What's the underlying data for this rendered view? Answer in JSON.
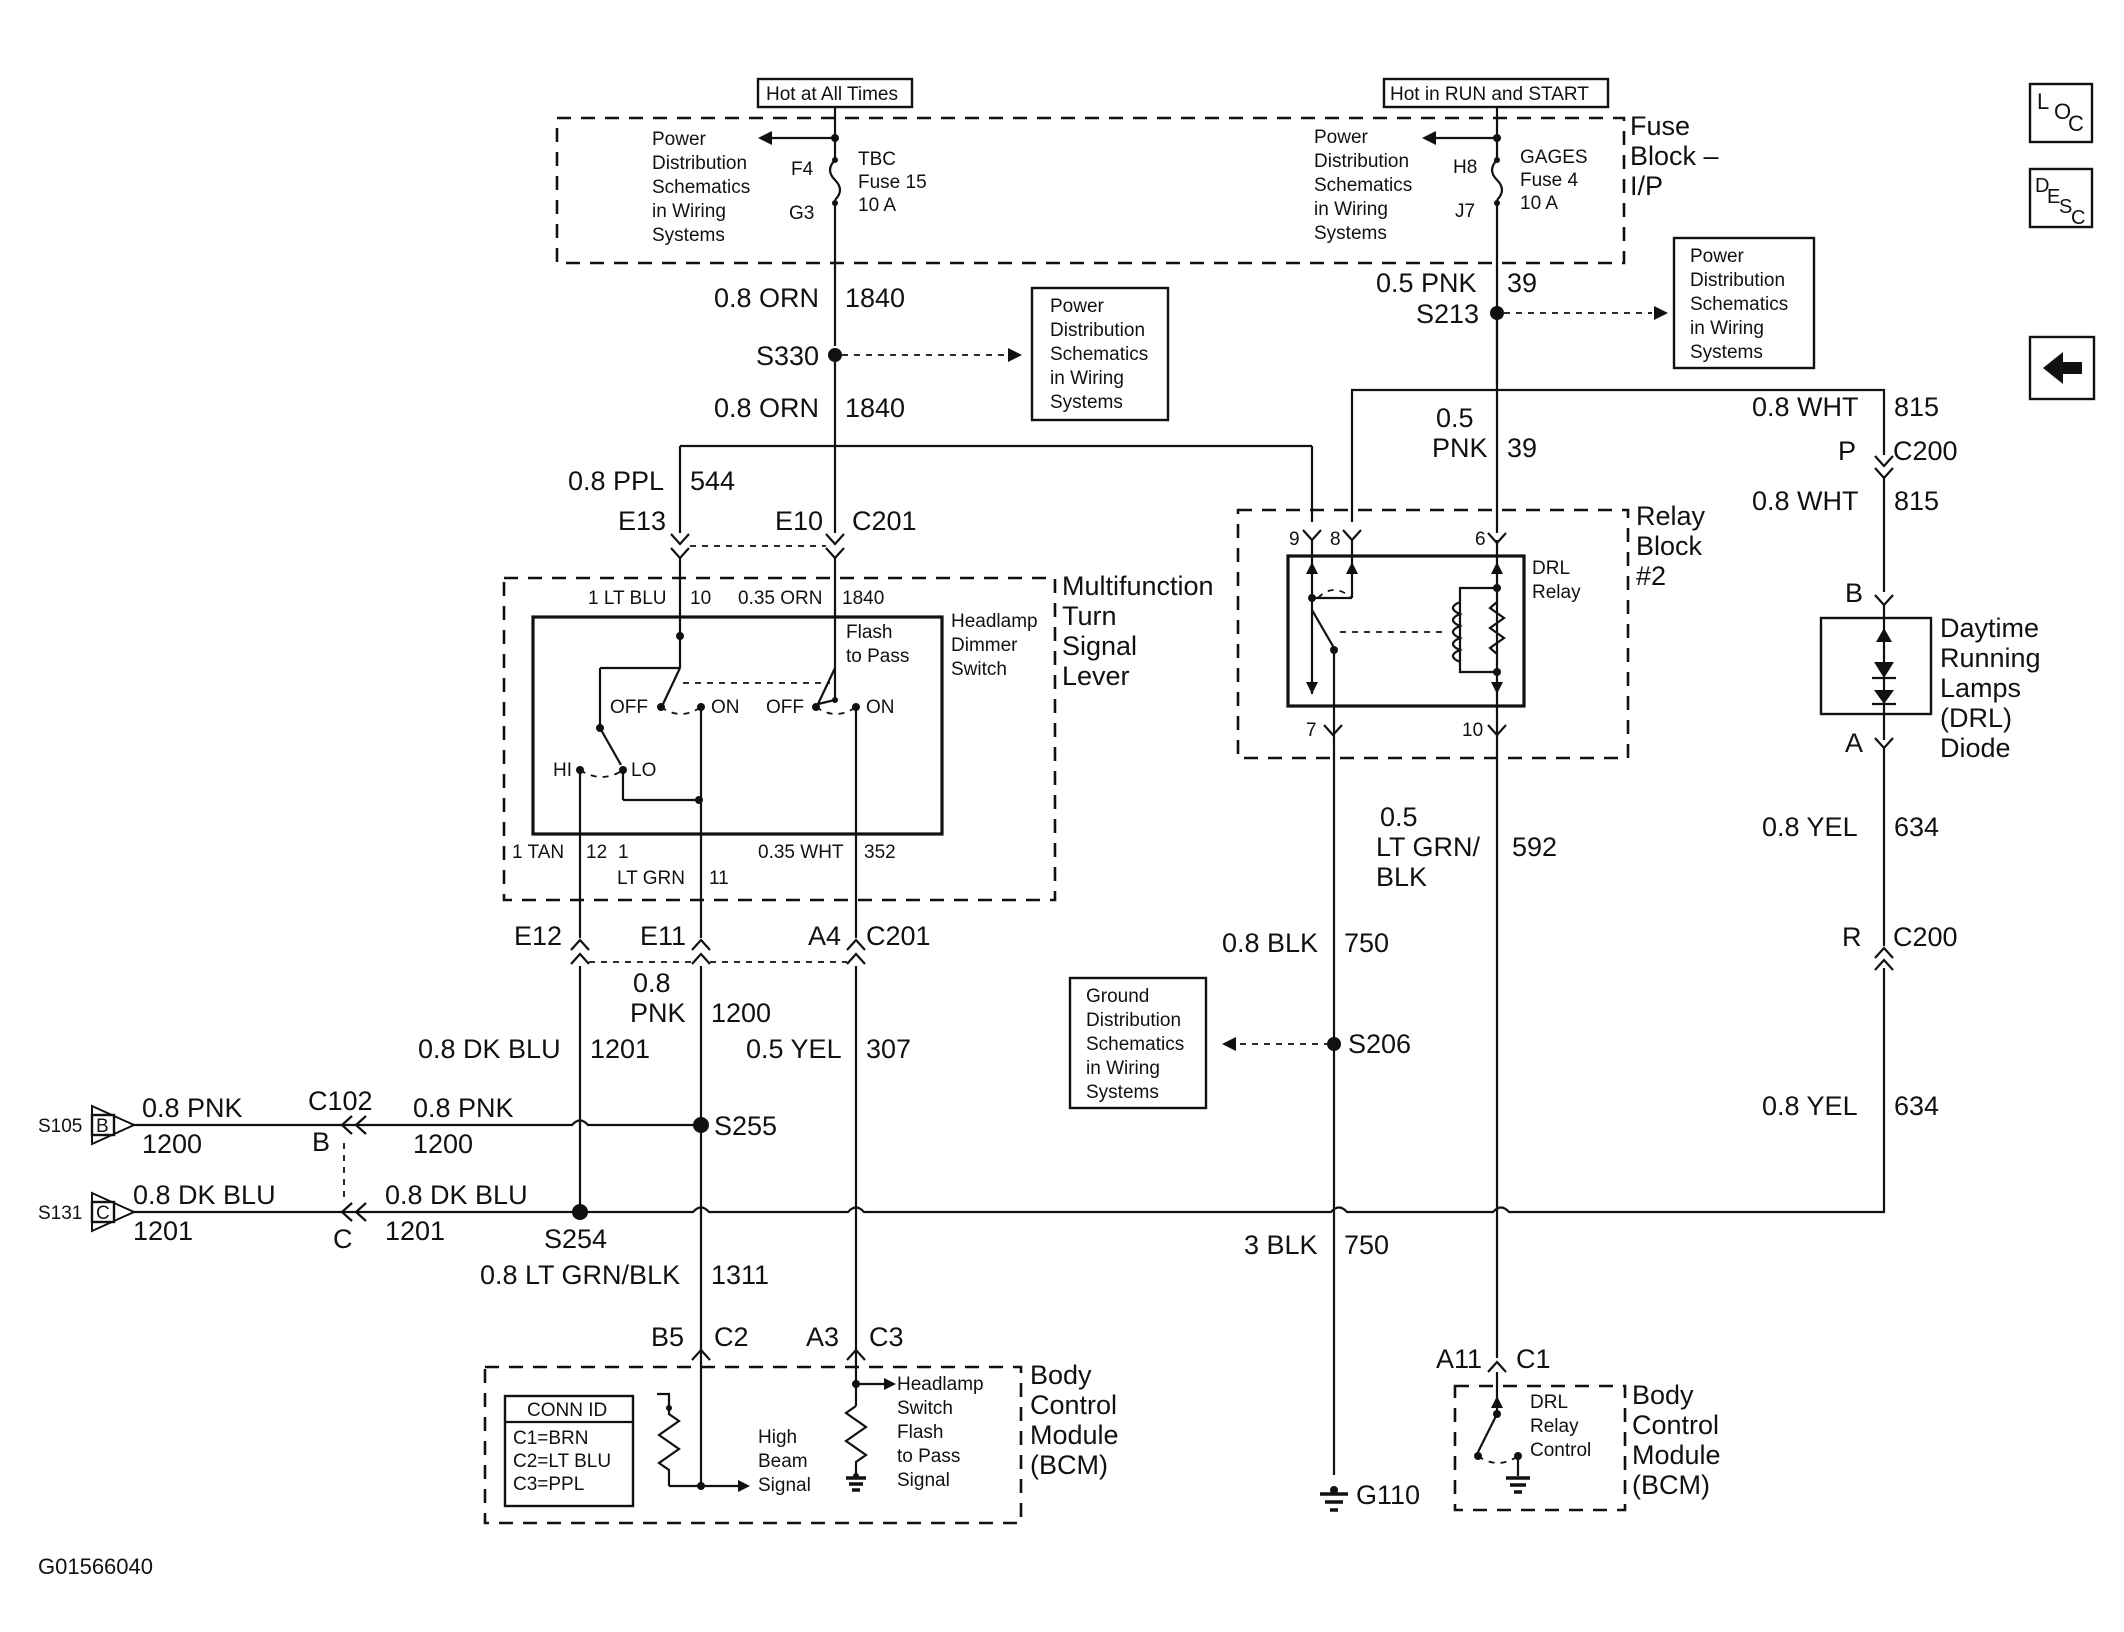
{
  "fuse_block": {
    "hot_all_times": "Hot at All Times",
    "hot_run_start": "Hot in RUN and START",
    "title": [
      "Fuse",
      "Block –",
      "I/P"
    ],
    "tbc_fuse": {
      "in_pin": "F4",
      "out_pin": "G3",
      "lines": [
        "TBC",
        "Fuse 15",
        "10 A"
      ]
    },
    "gages_fuse": {
      "in_pin": "H8",
      "out_pin": "J7",
      "lines": [
        "GAGES",
        "Fuse 4",
        "10 A"
      ]
    }
  },
  "ref_boxes": {
    "power_dist": [
      "Power",
      "Distribution",
      "Schematics",
      "in Wiring",
      "Systems"
    ],
    "ground_dist": [
      "Ground",
      "Distribution",
      "Schematics",
      "in Wiring",
      "Systems"
    ]
  },
  "nav_icons": {
    "loc": [
      "L",
      "O",
      "C"
    ],
    "desc": [
      "D",
      "E",
      "S",
      "C"
    ]
  },
  "wires": {
    "orn_1840_top": [
      "0.8 ORN",
      "1840"
    ],
    "orn_1840_mid": [
      "0.8 ORN",
      "1840"
    ],
    "pnk_39_top": [
      "0.5 PNK",
      "39"
    ],
    "pnk_39_mid": [
      "0.5",
      "PNK",
      "39"
    ],
    "ppl_544": [
      "0.8 PPL",
      "544"
    ],
    "wht_815_top": [
      "0.8 WHT",
      "815"
    ],
    "wht_815_mid": [
      "0.8 WHT",
      "815"
    ],
    "ltgrnblk_592": [
      "0.5",
      "LT GRN/",
      "BLK",
      "592"
    ],
    "blk_750_top": [
      "0.8 BLK",
      "750"
    ],
    "blk_750_bot": [
      "3 BLK",
      "750"
    ],
    "yel_634_top": [
      "0.8 YEL",
      "634"
    ],
    "yel_634_bot": [
      "0.8 YEL",
      "634"
    ],
    "pnk_1200_mid": [
      "0.8",
      "PNK",
      "1200"
    ],
    "dkblu_1201": [
      "0.8 DK BLU",
      "1201"
    ],
    "yel_307": [
      "0.5 YEL",
      "307"
    ],
    "pnk_1200_left_a": [
      "0.8 PNK",
      "1200"
    ],
    "pnk_1200_left_b": [
      "0.8 PNK",
      "1200"
    ],
    "dkblu_1201_left_a": [
      "0.8 DK BLU",
      "1201"
    ],
    "dkblu_1201_left_b": [
      "0.8 DK BLU",
      "1201"
    ],
    "ltgrnblk_1311": [
      "0.8 LT GRN/BLK",
      "1311"
    ]
  },
  "splices": {
    "s330": "S330",
    "s213": "S213",
    "s206": "S206",
    "s255": "S255",
    "s254": "S254",
    "g110": "G110"
  },
  "connectors": {
    "e13": "E13",
    "e10": "E10",
    "c201_top": "C201",
    "e12": "E12",
    "e11": "E11",
    "a4": "A4",
    "c201_bot": "C201",
    "p": "P",
    "c200_top": "C200",
    "b": "B",
    "a": "A",
    "r": "R",
    "c200_bot": "C200",
    "c102": "C102",
    "c102_b": "B",
    "c102_c": "C",
    "b5": "B5",
    "c2": "C2",
    "a3": "A3",
    "c3": "C3",
    "a11": "A11",
    "c1": "C1",
    "s105": "S105",
    "s105_pin": "B",
    "s131": "S131",
    "s131_pin": "C"
  },
  "mfl": {
    "title": [
      "Multifunction",
      "Turn",
      "Signal",
      "Lever"
    ],
    "top_left_wire": "1 LT BLU",
    "top_left_pin": "10",
    "top_right_wire": "0.35 ORN",
    "top_right_pin": "1840",
    "dimmer": [
      "Headlamp",
      "Dimmer",
      "Switch"
    ],
    "flash": [
      "Flash",
      "to Pass"
    ],
    "off1": "OFF",
    "on1": "ON",
    "off2": "OFF",
    "on2": "ON",
    "hi": "HI",
    "lo": "LO",
    "bot_tan_wire": "1 TAN",
    "bot_tan_pin": "12",
    "bot_ltgrn_pin_top": "1",
    "bot_ltgrn_wire": "LT GRN",
    "bot_ltgrn_pin": "11",
    "bot_wht_wire": "0.35 WHT",
    "bot_wht_pin": "352"
  },
  "relay": {
    "title": [
      "Relay",
      "Block",
      "#2"
    ],
    "pins": {
      "p9": "9",
      "p8": "8",
      "p6": "6",
      "p7": "7",
      "p10": "10"
    },
    "drl": [
      "DRL",
      "Relay"
    ]
  },
  "drl_diode": {
    "title": [
      "Daytime",
      "Running",
      "Lamps",
      "(DRL)",
      "Diode"
    ]
  },
  "bcm_left": {
    "title": [
      "Body",
      "Control",
      "Module",
      "(BCM)"
    ],
    "conn_id": [
      "CONN ID",
      "C1=BRN",
      "C2=LT BLU",
      "C3=PPL"
    ],
    "high_beam": [
      "High",
      "Beam",
      "Signal"
    ],
    "flash_signal": [
      "Headlamp",
      "Switch",
      "Flash",
      "to Pass",
      "Signal"
    ]
  },
  "bcm_right": {
    "title": [
      "Body",
      "Control",
      "Module",
      "(BCM)"
    ],
    "relay_ctrl": [
      "DRL",
      "Relay",
      "Control"
    ]
  },
  "figure_id": "G01566040"
}
